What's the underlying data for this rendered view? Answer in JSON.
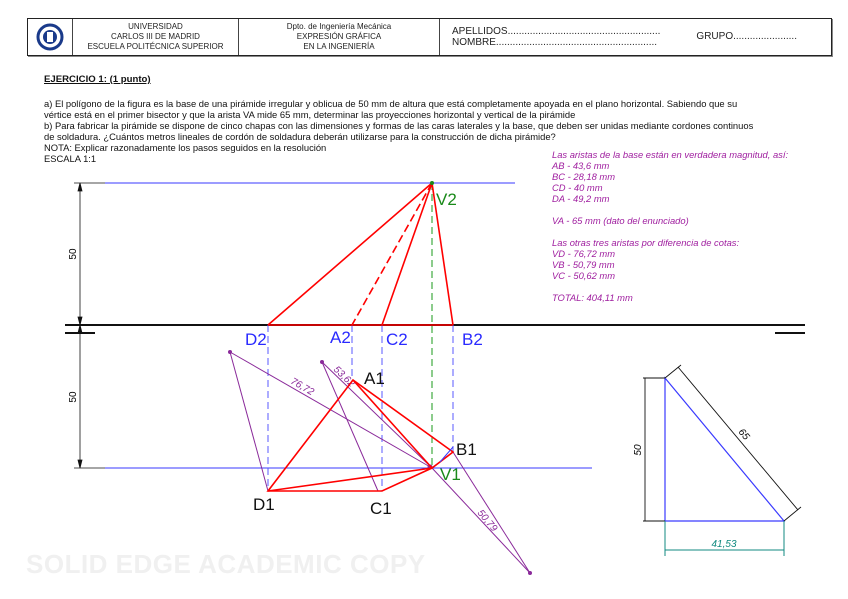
{
  "header": {
    "university": [
      "UNIVERSIDAD",
      "CARLOS III DE MADRID",
      "ESCUELA POLITÉCNICA SUPERIOR"
    ],
    "department": [
      "Dpto. de Ingeniería Mecánica",
      "EXPRESIÓN GRÁFICA",
      "EN LA INGENIERÍA"
    ],
    "apellidos": "APELLIDOS.......................................................",
    "nombre": "NOMBRE..........................................................",
    "grupo": "GRUPO......................."
  },
  "exercise": {
    "title": "EJERCICIO 1: (1 punto)",
    "lines": [
      "a) El polígono de la figura es la base de una pirámide irregular y oblicua de 50 mm de altura que está completamente apoyada en el plano horizontal. Sabiendo que su",
      "vértice está en el primer bisector y que la arista VA mide 65 mm, determinar las proyecciones horizontal y vertical de la pirámide",
      "b) Para fabricar la pirámide se dispone de cinco chapas con las dimensiones y formas de las caras laterales y la base, que deben ser unidas mediante cordones continuos",
      "de soldadura. ¿Cuántos metros lineales de cordón de soldadura deberán utilizarse para la construcción de dicha pirámide?",
      "NOTA: Explicar razonadamente los pasos seguidos en la resolución",
      "ESCALA 1:1"
    ]
  },
  "solution_note": [
    "Las aristas de la base están en verdadera magnitud, así:",
    "AB - 43,6 mm",
    "BC - 28,18 mm",
    "CD - 40 mm",
    "DA - 49,2 mm",
    "",
    "VA - 65 mm (dato del enunciado)",
    "",
    "Las otras tres aristas por diferencia de cotas:",
    "VD - 76,72 mm",
    "VB - 50,79 mm",
    "VC - 50,62 mm",
    "",
    "TOTAL: 404,11 mm"
  ],
  "drawing": {
    "points": {
      "V2": "V2",
      "D2": "D2",
      "A2": "A2",
      "C2": "C2",
      "B2": "B2",
      "A1": "A1",
      "B1": "B1",
      "C1": "C1",
      "D1": "D1",
      "V1": "V1"
    },
    "dims": {
      "height_top": "50",
      "height_bottom": "50",
      "vd": "76,72",
      "vc": "53,62",
      "vb": "50,79",
      "tri_height": "50",
      "tri_hyp": "65",
      "tri_base": "41,53"
    }
  },
  "watermark": "SOLID EDGE ACADEMIC COPY",
  "colors": {
    "edges": "#ff0000",
    "projection": "#3a3aff",
    "vertex": "#1a8a1a",
    "dimension": "#8a2a9a",
    "note": "#a020a0",
    "teal": "#108a80"
  }
}
